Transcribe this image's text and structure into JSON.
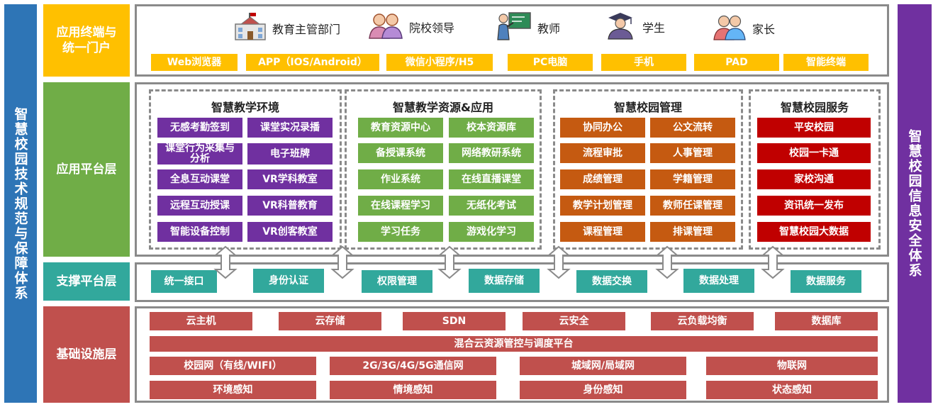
{
  "left_bar": "智慧校园技术规范与保障体系",
  "right_bar": "智慧校园信息安全体系",
  "layers": {
    "portal": "应用终端与统一门户",
    "application": "应用平台层",
    "support": "支撑平台层",
    "infrastructure": "基础设施层"
  },
  "roles": [
    {
      "label": "教育主管部门",
      "icon": "school-building-icon"
    },
    {
      "label": "院校领导",
      "icon": "leaders-icon"
    },
    {
      "label": "教师",
      "icon": "teacher-icon"
    },
    {
      "label": "学生",
      "icon": "graduate-student-icon"
    },
    {
      "label": "家长",
      "icon": "parents-icon"
    }
  ],
  "terminals": [
    "Web浏览器",
    "APP（IOS/Android）",
    "微信小程序/H5",
    "PC电脑",
    "手机",
    "PAD",
    "智能终端"
  ],
  "sections": [
    {
      "title": "智慧教学环境",
      "items": [
        "无感考勤签到",
        "课堂实况录播",
        "课堂行为采集与分析",
        "电子班牌",
        "全息互动课堂",
        "VR学科教室",
        "远程互动授课",
        "VR科普教育",
        "智能设备控制",
        "VR创客教室"
      ]
    },
    {
      "title": "智慧教学资源&应用",
      "items": [
        "教育资源中心",
        "校本资源库",
        "备授课系统",
        "网络教研系统",
        "作业系统",
        "在线直播课堂",
        "在线课程学习",
        "无纸化考试",
        "学习任务",
        "游戏化学习"
      ]
    },
    {
      "title": "智慧校园管理",
      "items": [
        "协同办公",
        "公文流转",
        "流程审批",
        "人事管理",
        "成绩管理",
        "学籍管理",
        "教学计划管理",
        "教师任课管理",
        "课程管理",
        "排课管理"
      ]
    },
    {
      "title": "智慧校园服务",
      "items": [
        "平安校园",
        "校园一卡通",
        "家校沟通",
        "资讯统一发布",
        "智慧校园大数据"
      ]
    }
  ],
  "support_items": [
    "统一接口",
    "身份认证",
    "权限管理",
    "数据存储",
    "数据交换",
    "数据处理",
    "数据服务"
  ],
  "infra_row1": [
    "云主机",
    "云存储",
    "SDN",
    "云安全",
    "云负载均衡",
    "数据库"
  ],
  "infra_platform": "混合云资源管控与调度平台",
  "infra_row3": [
    "校园网（有线/WIFI）",
    "2G/3G/4G/5G通信网",
    "城域网/局域网",
    "物联网"
  ],
  "infra_row4": [
    "环境感知",
    "情境感知",
    "身份感知",
    "状态感知"
  ],
  "colors": {
    "left_bar": "#2e75b6",
    "right_bar": "#7030a0",
    "portal": "#ffc000",
    "application": "#70ad47",
    "support": "#32a89c",
    "infrastructure": "#c0504d"
  }
}
